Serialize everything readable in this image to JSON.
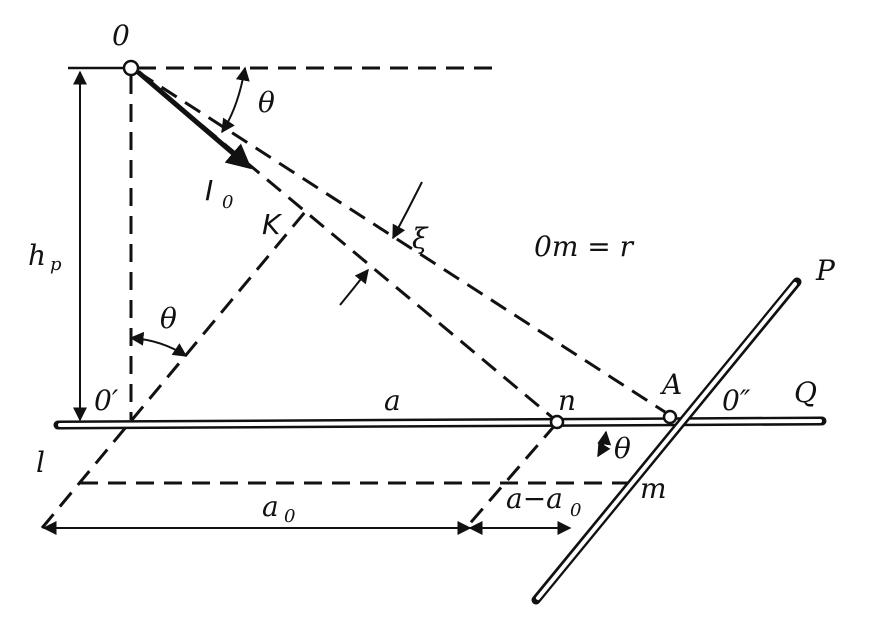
{
  "labels": {
    "O": "0",
    "theta": "θ",
    "I": "I",
    "I_sub": "0",
    "h": "h",
    "h_sub": "p",
    "K": "K",
    "xi": "ξ",
    "om_eq": "0m = r",
    "P": "P",
    "theta_left": "θ",
    "O_prime": "0′",
    "a": "a",
    "n": "n",
    "A": "A",
    "O_dprime": "0″",
    "Q": "Q",
    "l": "l",
    "theta_right": "θ",
    "m": "m",
    "a0": "a",
    "a0_sub": "0",
    "a_minus": "a−a",
    "a_minus_sub": "0"
  }
}
